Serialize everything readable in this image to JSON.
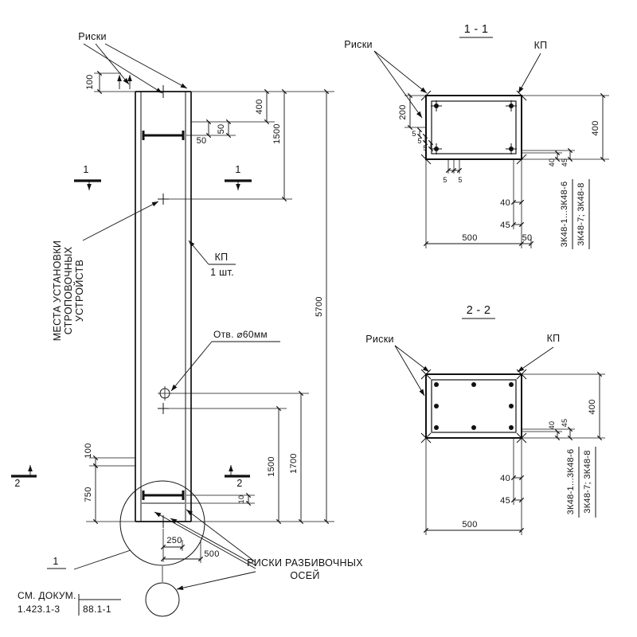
{
  "elevation": {
    "riski": "Риски",
    "sling1": "МЕСТА УСТАНОВКИ",
    "sling2": "СТРОПОВОЧНЫХ",
    "sling3": "УСТРОЙСТВ",
    "kp": "КП",
    "kp_qty": "1 шт.",
    "hole": "Отв. ⌀60мм",
    "axes1": "РИСКИ РАЗБИВОЧНЫХ",
    "axes2": "ОСЕЙ",
    "detail_mark": "1",
    "doc1": "СМ. ДОКУМ.",
    "doc2": "1.423.1-3",
    "doc3": "88.1-1",
    "sec1": "1",
    "sec2": "2",
    "dims": {
      "d100t": "100",
      "d400": "400",
      "d50a": "50",
      "d50b": "50",
      "d1500t": "1500",
      "d5700": "5700",
      "d100b": "100",
      "d750": "750",
      "d10": "10",
      "d1500b": "1500",
      "d1700": "1700",
      "d250": "250",
      "d500": "500"
    }
  },
  "section11": {
    "title": "1 - 1",
    "riski": "Риски",
    "kp": "КП",
    "marks1": "3К48-1...3К48-6",
    "marks2": "3К48-7; 3К48-8",
    "dims": {
      "d200": "200",
      "d5": "5",
      "d40": "40",
      "d45": "45",
      "d400": "400",
      "d500": "500",
      "d50": "50"
    }
  },
  "section22": {
    "title": "2 - 2",
    "riski": "Риски",
    "kp": "КП",
    "marks1": "3К48-1...3К48-6",
    "marks2": "3К48-7; 3К48-8",
    "dims": {
      "d40": "40",
      "d45": "45",
      "d400": "400",
      "d500": "500"
    }
  }
}
